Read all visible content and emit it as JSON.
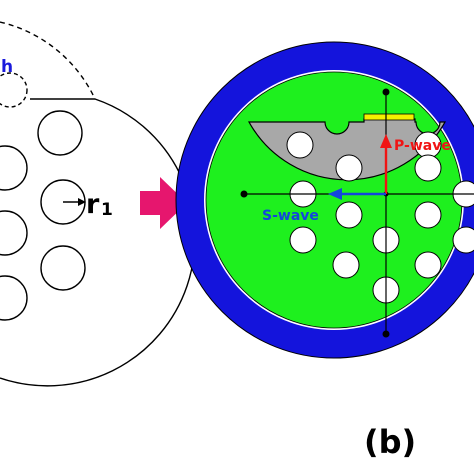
{
  "left_panel": {
    "label_h": "h",
    "label_r": "r",
    "label_r_subscript": "1"
  },
  "right_panel": {
    "p_wave_label": "P-wave",
    "s_wave_label": "S-wave",
    "panel_label": "(b)"
  },
  "colors": {
    "outer_ring": "#1414dc",
    "inner_ring": "#1ef01e",
    "core": "#a8a8a8",
    "sensor": "#f5f000",
    "p_wave": "#f01414",
    "s_wave": "#1446dc",
    "arrow": "#e6166e",
    "label_blue": "#1a1adc"
  }
}
